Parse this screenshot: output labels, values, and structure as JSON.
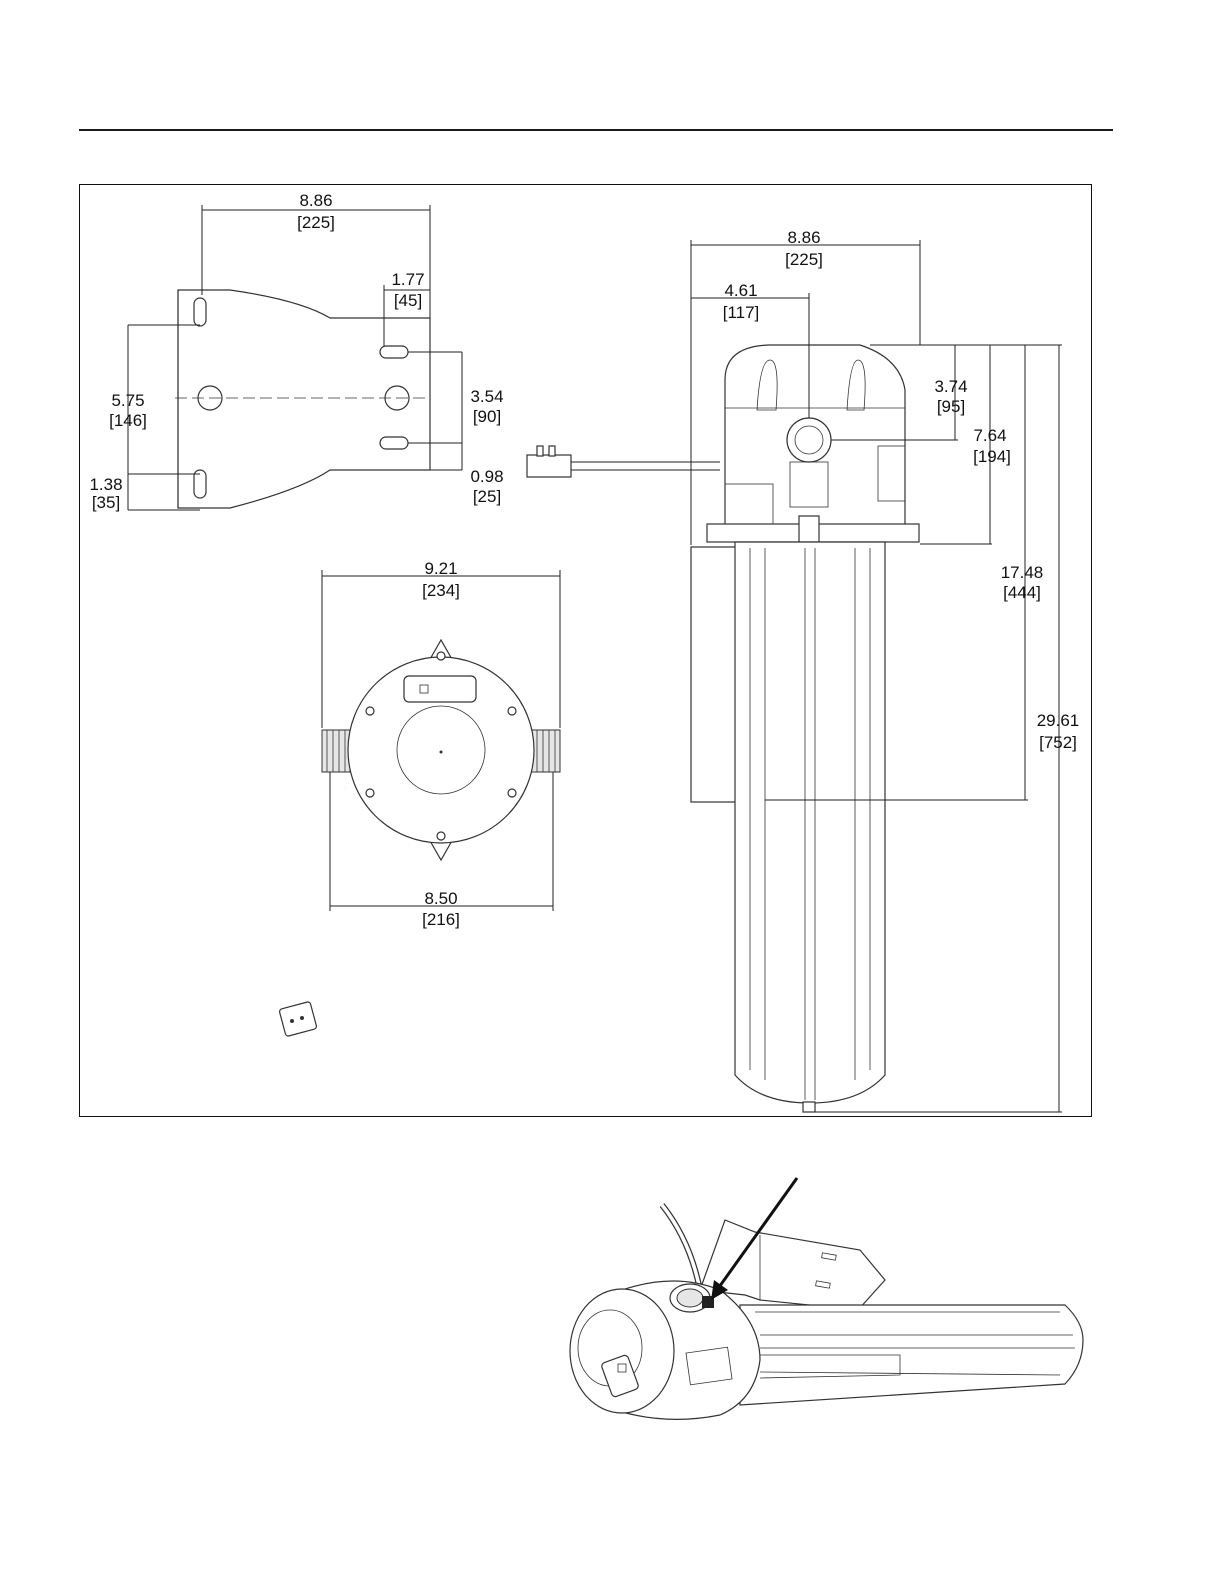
{
  "dimensions": {
    "bracket_width": {
      "in": "8.86",
      "mm": "[225]"
    },
    "bracket_slot_offset": {
      "in": "1.77",
      "mm": "[45]"
    },
    "bracket_hole_span": {
      "in": "5.75",
      "mm": "[146]"
    },
    "bracket_center_span": {
      "in": "3.54",
      "mm": "[90]"
    },
    "bracket_bottom_offset": {
      "in": "1.38",
      "mm": "[35]"
    },
    "bracket_right_offset": {
      "in": "0.98",
      "mm": "[25]"
    },
    "top_view_width": {
      "in": "9.21",
      "mm": "[234]"
    },
    "top_view_port_span": {
      "in": "8.50",
      "mm": "[216]"
    },
    "unit_width": {
      "in": "8.86",
      "mm": "[225]"
    },
    "unit_port_offset": {
      "in": "4.61",
      "mm": "[117]"
    },
    "unit_port_height": {
      "in": "3.74",
      "mm": "[95]"
    },
    "unit_head_height": {
      "in": "7.64",
      "mm": "[194]"
    },
    "unit_bracket_height": {
      "in": "17.48",
      "mm": "[444]"
    },
    "unit_total_height": {
      "in": "29.61",
      "mm": "[752]"
    }
  }
}
